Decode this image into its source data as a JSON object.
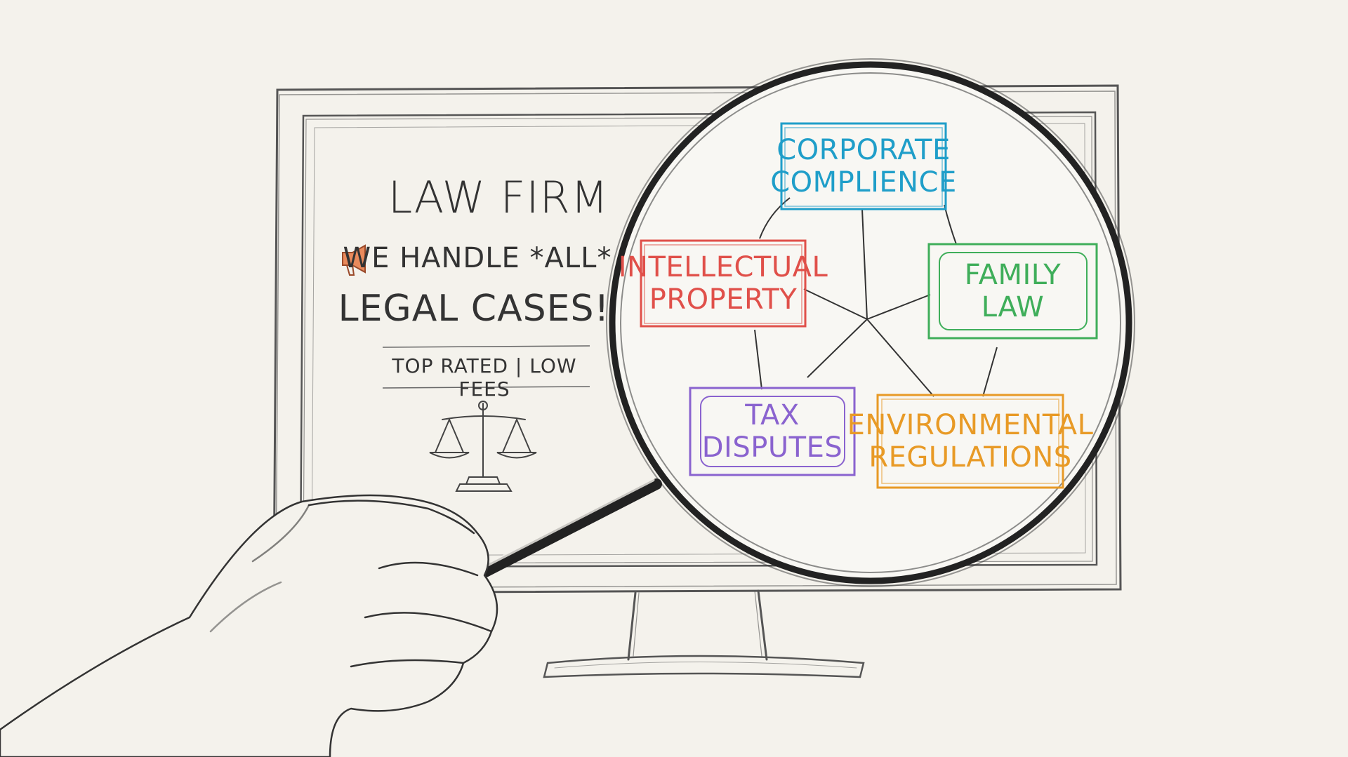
{
  "screen": {
    "title": "LAW FIRM",
    "tagline_line1": "WE HANDLE *ALL*",
    "tagline_line2": "LEGAL CASES!",
    "tagline_line3": "TOP RATED | LOW FEES"
  },
  "icons": {
    "megaphone": "megaphone-icon",
    "scales": "scales-of-justice-icon"
  },
  "diagram": {
    "nodes": [
      {
        "id": "corporate",
        "label": "CORPORATE\nCOMPLIENCE",
        "color": "#1f9ec9"
      },
      {
        "id": "ip",
        "label": "INTELLECTUAL\nPROPERTY",
        "color": "#e0504a"
      },
      {
        "id": "family",
        "label": "FAMILY\nLAW",
        "color": "#3fae5a"
      },
      {
        "id": "tax",
        "label": "TAX\nDISPUTES",
        "color": "#8a63cf"
      },
      {
        "id": "env",
        "label": "ENVIRONMENTAL\nREGULATIONS",
        "color": "#e89a26"
      }
    ]
  },
  "colors": {
    "paper": "#f4f2ec",
    "ink": "#333333",
    "megaphone": "#e07040"
  }
}
